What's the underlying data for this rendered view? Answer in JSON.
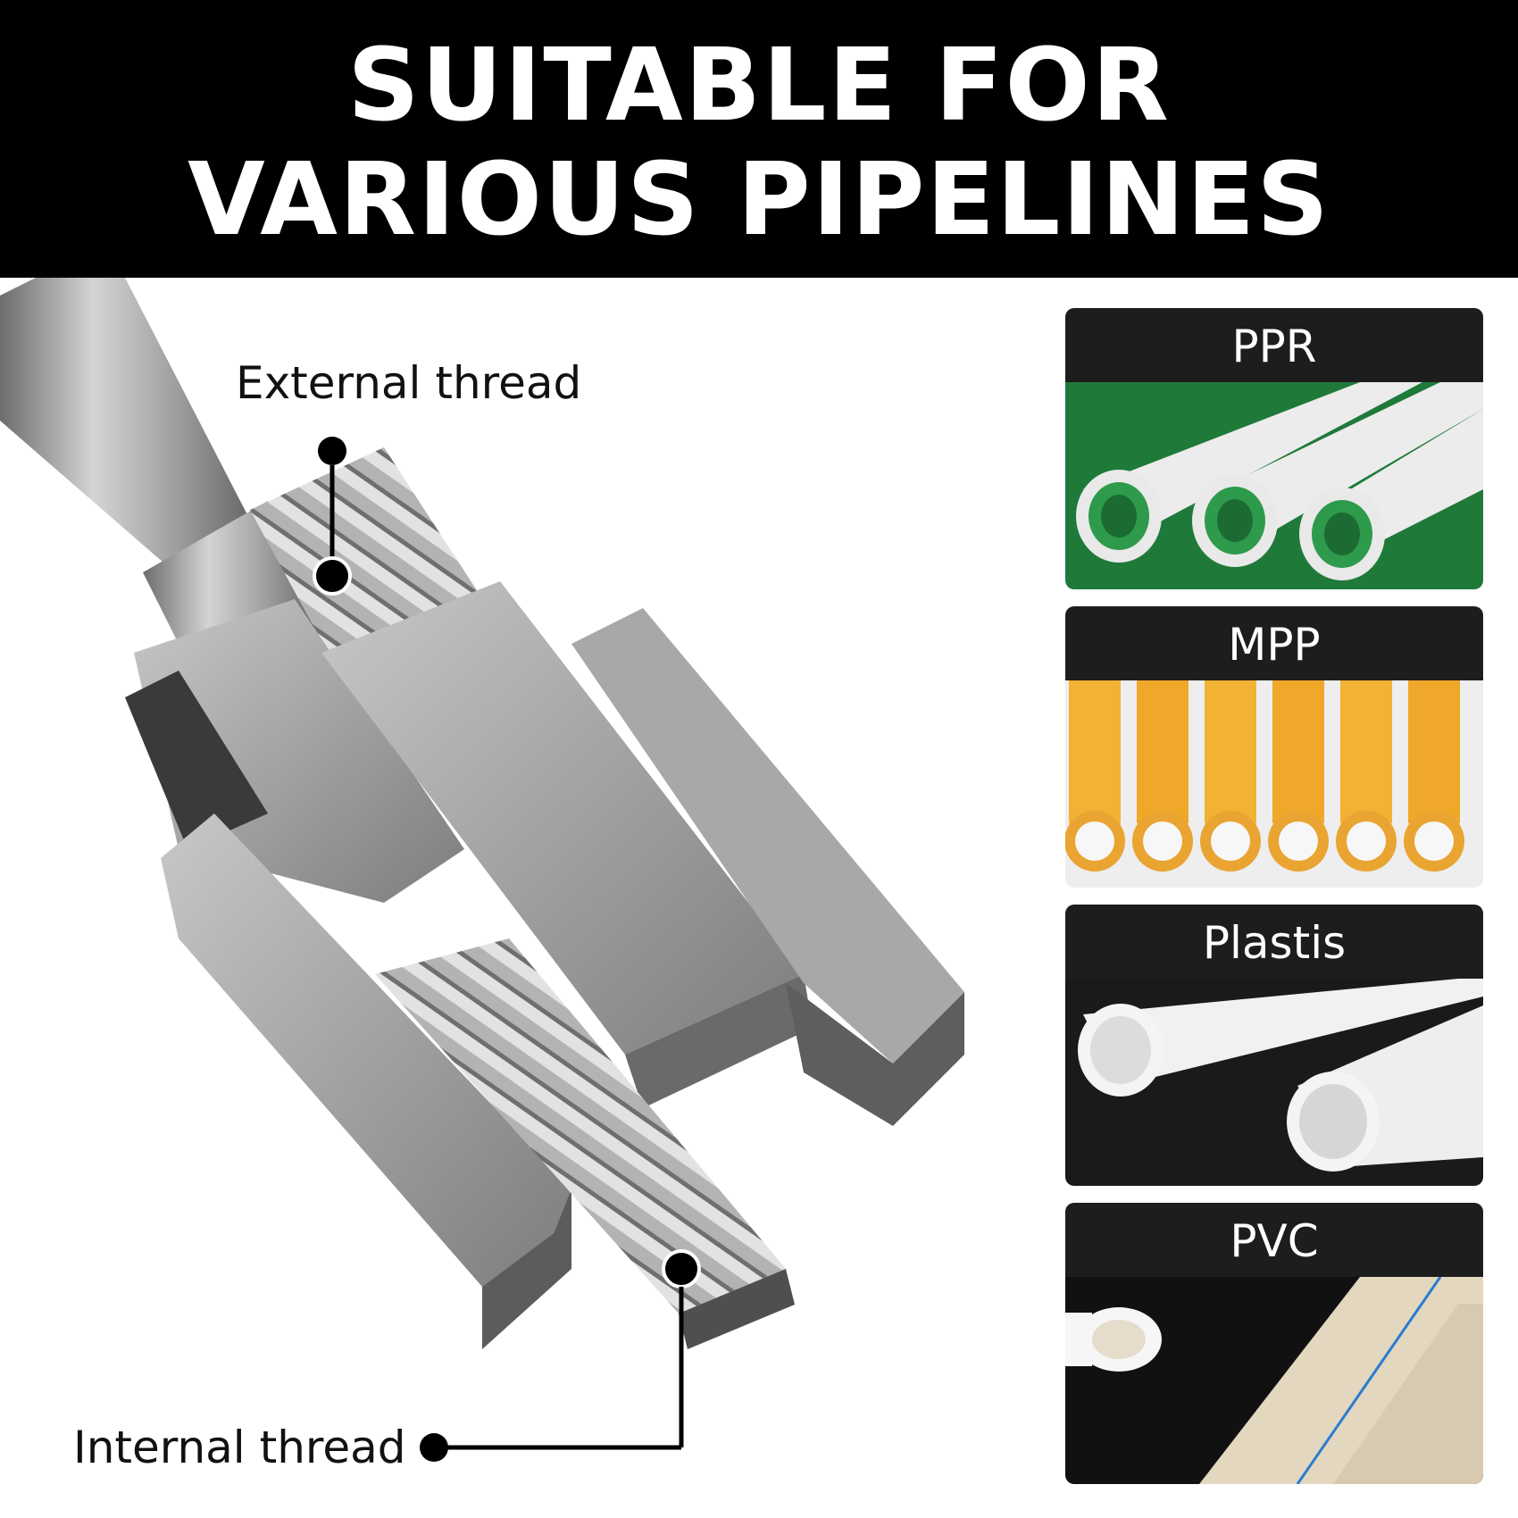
{
  "banner": {
    "line1": "SUITABLE FOR",
    "line2": "VARIOUS PIPELINES"
  },
  "callouts": {
    "external": "External thread",
    "internal": "Internal thread"
  },
  "materials": [
    {
      "label": "PPR"
    },
    {
      "label": "MPP"
    },
    {
      "label": "Plastis"
    },
    {
      "label": "PVC"
    }
  ],
  "colors": {
    "banner_bg": "#000000",
    "card_header": "#1d1d1d",
    "ppr_bg": "#1f7a3a",
    "mpp_pipe": "#f2b233",
    "steel": "#9a9a9a"
  }
}
